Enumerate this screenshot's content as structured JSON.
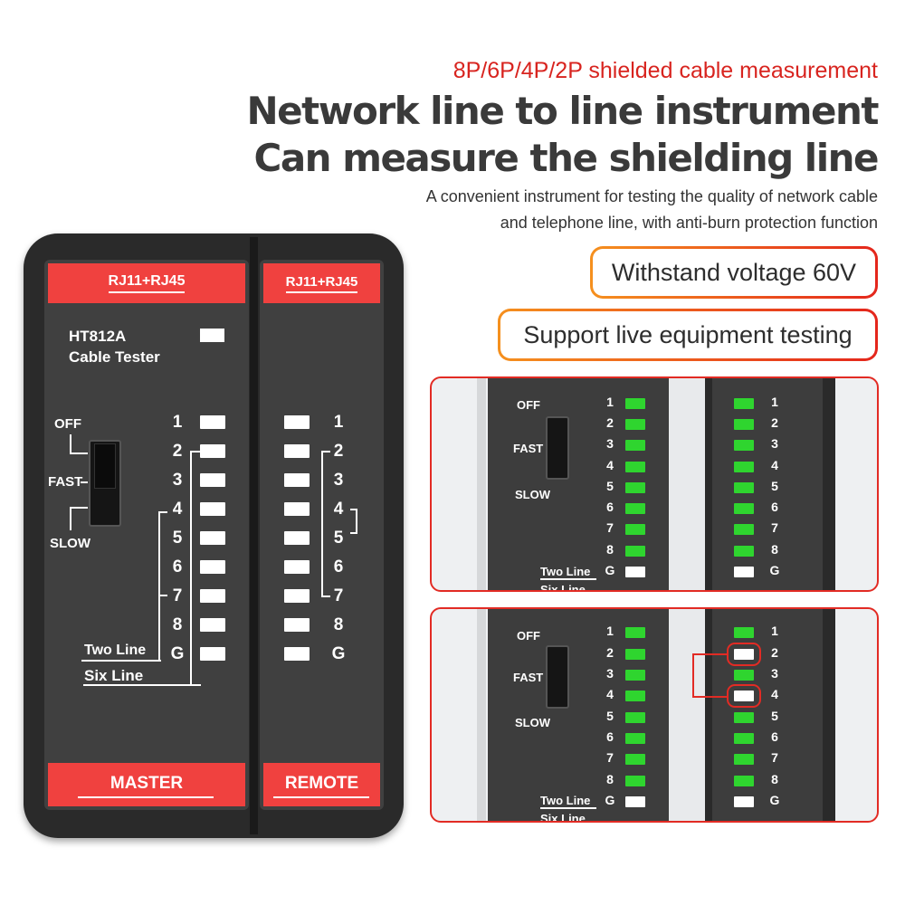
{
  "header": {
    "subtitle": "8P/6P/4P/2P shielded cable measurement",
    "headline_line1": "Network line to line instrument",
    "headline_line2": "Can measure the shielding line",
    "desc_line1": "A convenient instrument for testing the quality of network cable",
    "desc_line2": "and telephone line, with anti-burn protection function"
  },
  "features": [
    {
      "label": "Withstand voltage 60V"
    },
    {
      "label": "Support live equipment testing"
    }
  ],
  "device": {
    "master_port_label": "RJ11+RJ45",
    "remote_port_label": "RJ11+RJ45",
    "model": "HT812A",
    "model_desc": "Cable Tester",
    "switch_labels": {
      "off": "OFF",
      "fast": "FAST",
      "slow": "SLOW"
    },
    "pins": [
      "1",
      "2",
      "3",
      "4",
      "5",
      "6",
      "7",
      "8",
      "G"
    ],
    "two_line_label": "Two Line",
    "six_line_label": "Six Line",
    "master_label": "MASTER",
    "remote_label": "REMOTE"
  },
  "detail_views": [
    {
      "master_led_states": [
        "green",
        "green",
        "green",
        "green",
        "green",
        "green",
        "green",
        "green",
        "white"
      ],
      "remote_led_states": [
        "green",
        "green",
        "green",
        "green",
        "green",
        "green",
        "green",
        "green",
        "white"
      ],
      "highlighted_pins": []
    },
    {
      "master_led_states": [
        "green",
        "green",
        "green",
        "green",
        "green",
        "green",
        "green",
        "green",
        "white"
      ],
      "remote_led_states": [
        "green",
        "white",
        "green",
        "white",
        "green",
        "green",
        "green",
        "green",
        "white"
      ],
      "highlighted_pins": [
        "2",
        "4"
      ]
    }
  ],
  "colors": {
    "accent_red": "#f0413f",
    "led_green": "#2fd52f",
    "pill_gradient_start": "#f5901e",
    "pill_gradient_end": "#e4261c"
  }
}
